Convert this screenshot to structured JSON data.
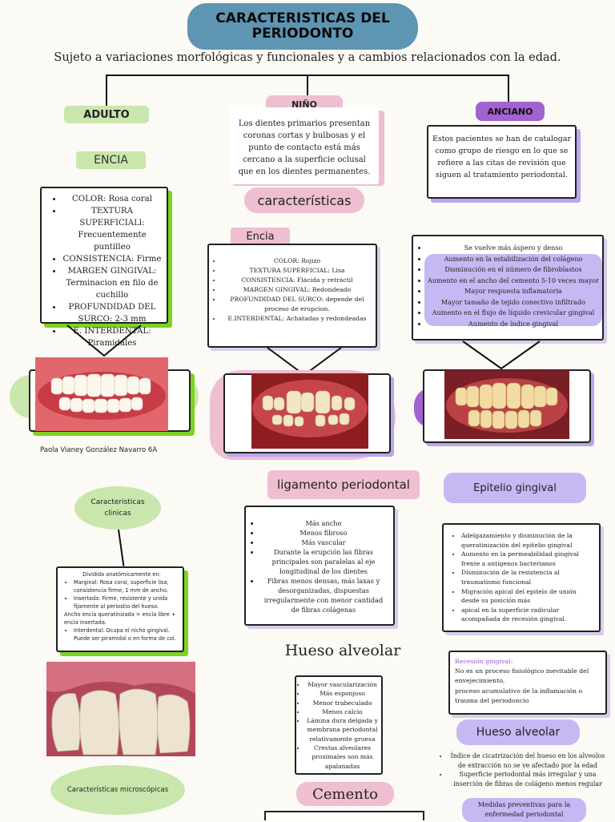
{
  "title": "CARACTERISTICAS DEL PERIODONTO",
  "subtitle": "Sujeto a variaciones morfológicas y funcionales y a cambios relacionados con la edad.",
  "colors": {
    "title_bg": "#5e95b3",
    "green": "#c9e6ad",
    "pink": "#eebfd1",
    "purple": "#bca8ef",
    "anciano": "#a262d0",
    "lime": "#7ed321"
  },
  "adulto": {
    "label": "ADULTO",
    "encia": "ENCIA",
    "items": [
      "COLOR: Rosa coral",
      "TEXTURA SUPERFICIALl: Frecuentemente puntilleo",
      "CONSISTENCIA: Firme",
      "MARGEN GINGIVAL: Terminacion en filo de cuchillo",
      "PROFUNDIDAD DEL SURCO: 2-3 mm",
      "E. INTERDENTAL: Piramidales"
    ],
    "author": "Paola Vianey González Navarro 6A",
    "clinicas": "Caracteristicas clinicas",
    "anat_intro": "Dividida anatómicamente en:",
    "anat_items": [
      "Marginal: Rosa coral, superficie lisa, consistencia firme, 1 mm de ancho.",
      "Insertada: Firme, resistente y unida fijamente al periostio del hueso."
    ],
    "anat_note": "Ancho encía queratinizada = encía libre + encía insertada.",
    "anat_items2": [
      "Interdental: Ocupa el nicho gingival. Puede ser piramidal o en forma de col."
    ],
    "microscopicas": "Características microscópicas"
  },
  "nino": {
    "label": "NIÑO",
    "desc": "Los dientes primarios presentan coronas cortas y bulbosas y el punto de contacto está más cercano a la superficie oclusal que en los dientes permanentes.",
    "caracteristicas": "características",
    "encia": "Encia",
    "items": [
      "COLOR: Rojizo",
      "TEXTURA SUPERFICIAL: Lisa",
      "CONSISTENCIA: Flácida y retráctil",
      "MARGEN GINGIVAL: Redondeado",
      "PROFUNDIDAD DEL SURCO: depende del proceso de erupcion.",
      "E.INTERDENTAL: Achatadas y redondeadas"
    ],
    "ligamento": "ligamento periodontal",
    "lig_items": [
      "Más ancho",
      "Menos fibroso",
      "Más vascular",
      "Durante la erupción las fibras principales son paralelas al eje longitudinal de los dientes",
      "Fibras menos densas, más laxas y desorganizadas, dispuestas irregularmente con menor cantidad de fibras colágenas"
    ],
    "hueso": "Hueso alveolar",
    "hueso_items": [
      "Mayor vascularización",
      "Más esponjoso",
      "Menor trabeculado",
      "Menos calcio",
      "Lámina dura delgada y membrana periodontal relativamente gruesa",
      "Crestas alveolares proximales son más apalanadas"
    ],
    "cemento": "Cemento"
  },
  "anciano": {
    "label": "ANCIANO",
    "desc": "Estos pacientes se han de catalogar como grupo de riesgo en lo que se refiere a las citas de revisión que siguen al tratamiento periodontal.",
    "items": [
      "Se vuelve más áspero y denso",
      "Aumento en la estabilización del colágeno",
      "Disminución en el número de fibroblastos",
      "Aumento en el ancho del cemento 5-10 veces mayor",
      "Mayor respuesta inflamatoria",
      "Mayor tamaño de tejido conectivo infiltrado",
      "Aumento en el flujo de líquido crevicular gingival",
      "Aumento de índice gingival"
    ],
    "epitelio": "Epitelio gingival",
    "epi_items": [
      "Adelgazamiento y disminución de la queratinización del epitelio gingival",
      "Aumento en la permeabilidad gingival frente a antígenos bacterianos",
      "Disminución de la resistencia al traumatismo funcional",
      "Migración apical del epitelo de unión desde su posición más",
      "apical en la superficie radicular acompañada de recesión gingival."
    ],
    "recesion_title": "Recesión gingival:",
    "recesion_p1": "No es un proceso fisiológico inevitable del envejecimiento,",
    "recesion_p2": "proceso acumulativo de la inflamación o trauma del periodoncio",
    "hueso": "Hueso alveolar",
    "hueso_items": [
      "Índice de cicatrización del hueso en los alveolos de extracción no se ve afectado por la edad",
      "Superficie periodontal más irregular y una inserción de fibras de colágeno menos regular"
    ],
    "medidas": "Medidas preventivas para la enfermedad periodontal"
  }
}
